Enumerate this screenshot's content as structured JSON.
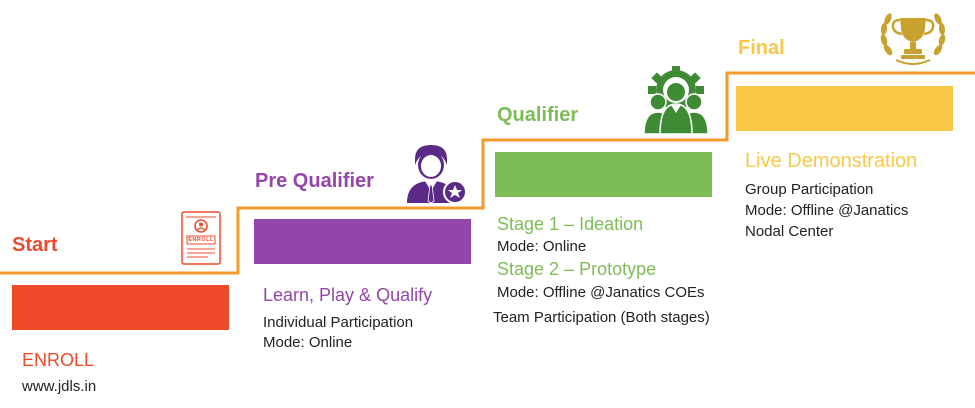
{
  "colors": {
    "line": "#f39a2b",
    "start": "#f04a2c",
    "prequalifier": "#9346a9",
    "qualifier": "#7dbd55",
    "final": "#f9c846",
    "icon_dark": "#5b2a86",
    "icon_green": "#3f8a35",
    "trophy_gold": "#c9a12e"
  },
  "icons": {
    "start": "enroll-form-icon",
    "prequalifier": "person-star-icon",
    "qualifier": "team-gear-icon",
    "final": "trophy-laurel-icon"
  },
  "enroll_icon_label": "ENROLL",
  "stages": {
    "start": {
      "title": "Start",
      "subtitle": "ENROLL",
      "lines": [
        "www.jdls.in"
      ]
    },
    "prequalifier": {
      "title": "Pre Qualifier",
      "subtitle": "Learn, Play & Qualify",
      "lines": [
        "Individual Participation",
        "Mode: Online"
      ]
    },
    "qualifier": {
      "title": "Qualifier",
      "stage1": "Stage 1 – Ideation",
      "stage1_mode": "Mode: Online",
      "stage2": "Stage 2 – Prototype",
      "stage2_mode": "Mode: Offline @Janatics COEs",
      "team": "Team Participation (Both stages)"
    },
    "final": {
      "title": "Final",
      "subtitle": "Live Demonstration",
      "lines": [
        "Group Participation",
        "Mode: Offline @Janatics",
        "Nodal Center"
      ]
    }
  }
}
